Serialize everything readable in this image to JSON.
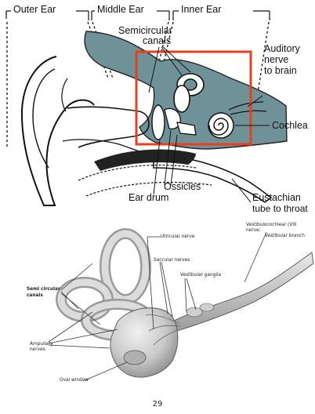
{
  "top_figure": {
    "regions": {
      "outer_ear": "Outer Ear",
      "middle_ear": "Middle Ear",
      "inner_ear": "Inner Ear"
    },
    "labels": {
      "semicircular_canals_line1": "Semicircular",
      "semicircular_canals_line2": "canals",
      "auditory_nerve_line1": "Auditory",
      "auditory_nerve_line2": "nerve",
      "auditory_nerve_line3": "to brain",
      "cochlea": "Cochlea",
      "ossicles": "Ossicles",
      "ear_drum": "Ear drum",
      "eustachian_line1": "Eustachian",
      "eustachian_line2": "tube to throat"
    },
    "highlight_color": "#e8401c",
    "fluid_color": "#6f9299"
  },
  "bottom_figure": {
    "labels": {
      "utricular_nerve": "Utricular nerve",
      "saccular_nerves": "Saccular nerves",
      "vestibular_ganglia": "Vestibular ganglia",
      "vestibulocochlear_line1": "Vestibulocochlear (VIII",
      "vestibulocochlear_line2": "nerve:",
      "vestibular_branch": "Vestibular branch",
      "semi_circular_line1": "Semi circular",
      "semi_circular_line2": "canals",
      "ampullary_line1": "Ampullary",
      "ampullary_line2": "nerves",
      "oval_window": "Oval window"
    }
  },
  "page_number": "29"
}
